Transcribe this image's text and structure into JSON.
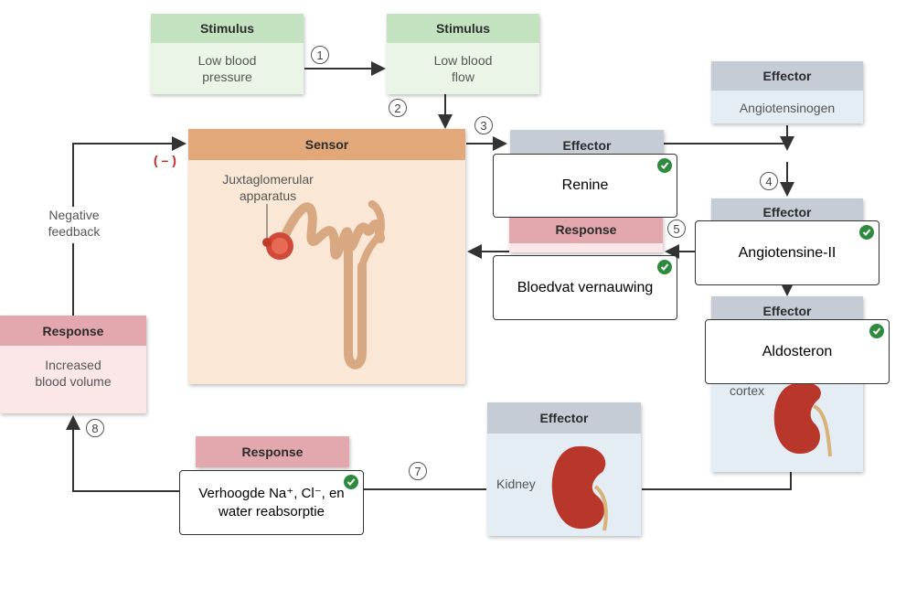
{
  "stimulus1": {
    "header": "Stimulus",
    "body": "Low blood pressure"
  },
  "stimulus2": {
    "header": "Stimulus",
    "body": "Low blood flow"
  },
  "sensor": {
    "header": "Sensor",
    "structure_label": "Juxtaglomerular apparatus"
  },
  "effector_angiotensinogen": {
    "header": "Effector",
    "body": "Angiotensinogen"
  },
  "effector_renin": {
    "header": "Effector",
    "answer": "Renine"
  },
  "effector_angio2": {
    "header": "Effector",
    "answer": "Angiotensine-II"
  },
  "effector_aldo": {
    "header": "Effector",
    "answer": "Aldosteron",
    "partial_label": "cortex"
  },
  "response_vaso": {
    "header": "Response",
    "answer": "Bloedvat vernauwing"
  },
  "response_blood": {
    "header": "Response",
    "body": "Increased blood volume"
  },
  "effector_kidney": {
    "header": "Effector",
    "body": "Kidney"
  },
  "response_reabs": {
    "header": "Response",
    "answer": "Verhoogde Na⁺, Cl⁻, en water reabsorptie"
  },
  "feedback": {
    "sign": "( – )",
    "label": "Negative feedback"
  },
  "steps": [
    "1",
    "2",
    "3",
    "4",
    "5",
    "7",
    "8"
  ],
  "colors": {
    "check": "#2e8b3e",
    "stimulus": "#c3e3c0",
    "effector": "#c6ccd6",
    "sensor": "#e3a87a",
    "response": "#e3a8ad",
    "feedback_sign": "#cc2222"
  }
}
